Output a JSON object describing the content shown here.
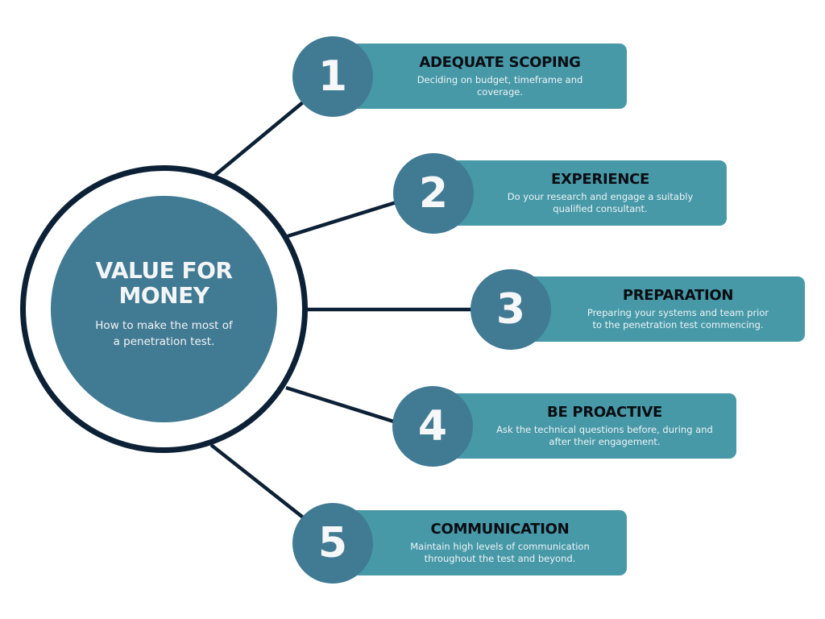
{
  "colors": {
    "background": "#ffffff",
    "ring_and_lines": "#0d2136",
    "hub_fill": "#417a93",
    "number_circle": "#417a93",
    "card_fill": "#4799a8",
    "card_title": "#0a0d12",
    "light_text": "#f4f5f6"
  },
  "hub": {
    "title_line1": "VALUE FOR",
    "title_line2": "MONEY",
    "subtitle_line1": "How to make the most of",
    "subtitle_line2": "a penetration test."
  },
  "steps": [
    {
      "number": "1",
      "title": "ADEQUATE SCOPING",
      "desc_line1": "Deciding on budget, timeframe and",
      "desc_line2": "coverage."
    },
    {
      "number": "2",
      "title": "EXPERIENCE",
      "desc_line1": "Do your research and engage a suitably",
      "desc_line2": "qualified consultant."
    },
    {
      "number": "3",
      "title": "PREPARATION",
      "desc_line1": "Preparing your systems and team prior",
      "desc_line2": "to the penetration test commencing."
    },
    {
      "number": "4",
      "title": "BE PROACTIVE",
      "desc_line1": "Ask the technical questions before, during and",
      "desc_line2": "after their engagement."
    },
    {
      "number": "5",
      "title": "COMMUNICATION",
      "desc_line1": "Maintain high levels of communication",
      "desc_line2": "throughout the test and beyond."
    }
  ]
}
